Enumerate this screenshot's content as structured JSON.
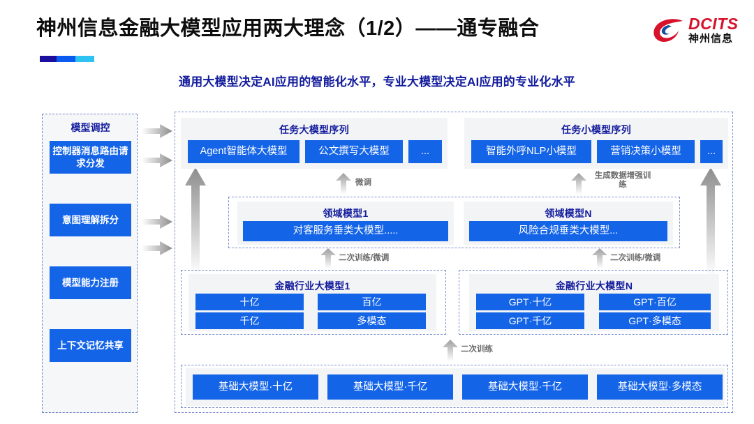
{
  "header": {
    "title": "神州信息金融大模型应用两大理念（1/2）——通专融合",
    "subtitle": "通用大模型决定AI应用的智能化水平，专业大模型决定AI应用的专业化水平",
    "accent_colors": [
      "#1a0f9e",
      "#0b5bf0",
      "#2ec3f0"
    ]
  },
  "logo": {
    "en": "DCITS",
    "cn": "神州信息",
    "color": "#d6122c"
  },
  "colors": {
    "primary_blue": "#1464e8",
    "title_blue": "#121b9c",
    "panel_gray": "#f3f4f6",
    "arrow_gray": "#9e9e9e"
  },
  "sidebar": {
    "title": "模型调控",
    "items": [
      {
        "label": "控制器消息路由请求分发"
      },
      {
        "label": "意图理解拆分"
      },
      {
        "label": "模型能力注册"
      },
      {
        "label": "上下文记忆共享"
      }
    ]
  },
  "task_sequences": [
    {
      "title": "任务大模型序列",
      "items": [
        "Agent智能体大模型",
        "公文撰写大模型",
        "..."
      ]
    },
    {
      "title": "任务小模型序列",
      "items": [
        "智能外呼NLP小模型",
        "营销决策小模型",
        "..."
      ]
    }
  ],
  "domain_models": [
    {
      "title": "领域模型1",
      "item": "对客服务垂类大模型....."
    },
    {
      "title": "领域模型N",
      "item": "风险合规垂类大模型..."
    }
  ],
  "industry_models": [
    {
      "title": "金融行业大模型1",
      "items": [
        "十亿",
        "百亿",
        "千亿",
        "多模态"
      ]
    },
    {
      "title": "金融行业大模型N",
      "items": [
        "GPT·十亿",
        "GPT·百亿",
        "GPT·千亿",
        "GPT·多模态"
      ]
    }
  ],
  "base_models": {
    "items": [
      "基础大模型·十亿",
      "基础大模型·千亿",
      "基础大模型·千亿",
      "基础大模型·多模态"
    ]
  },
  "arrow_labels": {
    "finetune": "微调",
    "data_augment": "生成数据增强训练",
    "retrain_finetune_left": "二次训练/微调",
    "retrain_finetune_right": "二次训练/微调",
    "retrain": "二次训练"
  }
}
